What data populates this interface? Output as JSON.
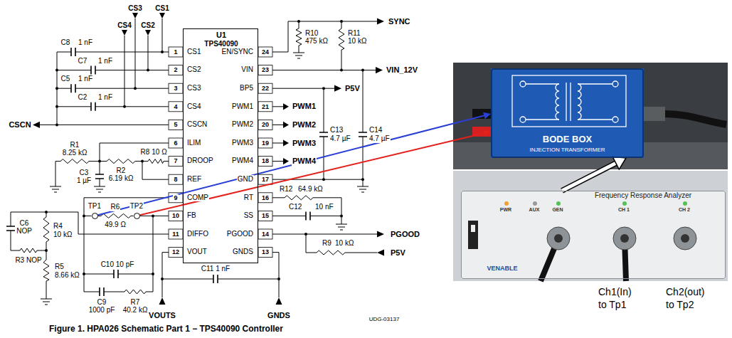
{
  "diagram": {
    "caption": "Figure 1. HPA026 Schematic Part 1 − TPS40090 Controller",
    "nodes": [
      {
        "text": [
          "U1",
          "TPS40090",
          "CS1",
          "EN/SYNC",
          "CS2",
          "VIN",
          "CS3",
          "BP5",
          "CS4",
          "PWM1",
          "CSCN",
          "PWM2",
          "ILIM",
          "PWM3",
          "DROOP",
          "PWM4",
          "REF",
          "GND",
          "COMP",
          "RT",
          "FB",
          "SS",
          "DIFFO",
          "PGOOD",
          "VOUT",
          "GNDS"
        ]
      },
      {
        "text": [
          "TP1"
        ]
      },
      {
        "text": [
          "TP2"
        ]
      },
      {
        "text": [
          "BODE BOX",
          "INJECTION TRANSFORMER"
        ]
      },
      {
        "text": [
          "VENABLE",
          "Frequency Response Analyzer",
          "PWR",
          "AUX",
          "GEN",
          "CH 1",
          "CH 2"
        ]
      }
    ],
    "edges": [
      {
        "from": 1,
        "to": 3,
        "arrow": "to"
      },
      {
        "from": 2,
        "to": 3,
        "arrow": "to"
      },
      {
        "from": 4,
        "to": 3,
        "arrow": "to"
      }
    ],
    "labels": [
      "CS3",
      "CS1",
      "CS4",
      "CS2",
      "C8",
      "1 nF",
      "C7",
      "1 nF",
      "C5",
      "1 nF",
      "C2",
      "1 nF",
      "CSCN",
      "R1",
      "8.25 kΩ",
      "R2",
      "6.19 kΩ",
      "R8",
      "10 Ω",
      "C3",
      "1 µF",
      "R6",
      "49.9 Ω",
      "C6",
      "NOP",
      "R4",
      "10 kΩ",
      "R3 NOP",
      "C10 10 pF",
      "C9",
      "1000 pF",
      "R7",
      "40.2 kΩ",
      "R5",
      "8.66 kΩ",
      "C11 1 nF",
      "VOUTS",
      "GNDS",
      "UDG-03137",
      "R10",
      "475 kΩ",
      "R11",
      "10 kΩ",
      "SYNC",
      "VIN_12V",
      "P5V",
      "PWM1",
      "PWM2",
      "PWM3",
      "PWM4",
      "C13",
      "4.7 µF",
      "C14",
      "4.7 µF",
      "R12",
      "64.9 kΩ",
      "C12",
      "10 nF",
      "PGOOD",
      "R9",
      "10 kΩ",
      "P5V",
      "Ch1(In)",
      "to Tp1",
      "Ch2(out)",
      "to Tp2",
      "1",
      "2",
      "3",
      "4",
      "5",
      "6",
      "7",
      "8",
      "9",
      "10",
      "11",
      "12",
      "13",
      "14",
      "15",
      "16",
      "17",
      "18",
      "19",
      "20",
      "21",
      "22",
      "23",
      "24"
    ]
  }
}
